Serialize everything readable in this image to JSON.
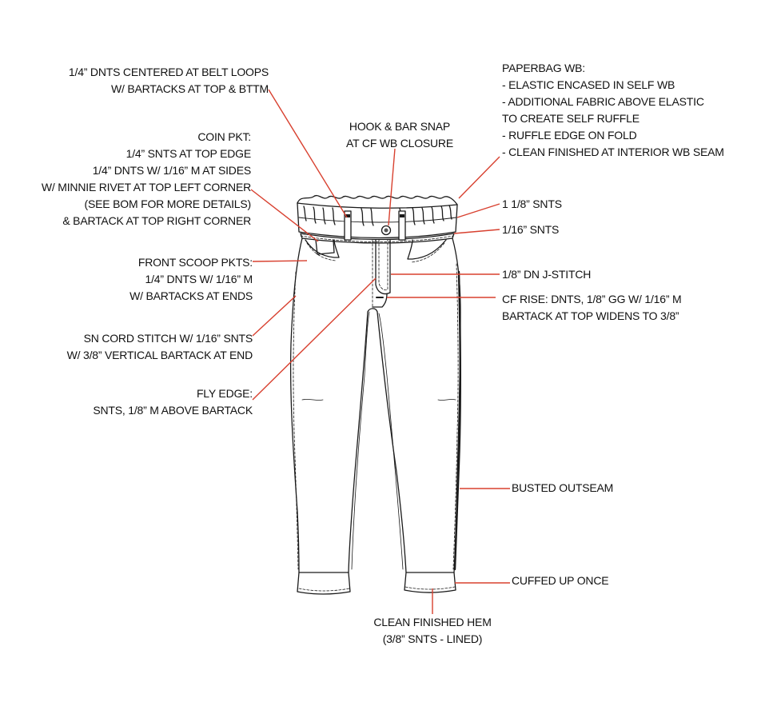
{
  "callouts": {
    "belt_loops": [
      "1/4” DNTS CENTERED AT BELT LOOPS",
      "W/ BARTACKS AT TOP & BTTM"
    ],
    "paperbag_wb": [
      "PAPERBAG WB:",
      "- ELASTIC ENCASED IN SELF WB",
      "- ADDITIONAL FABRIC ABOVE ELASTIC",
      "TO CREATE SELF RUFFLE",
      "- RUFFLE EDGE ON FOLD",
      "- CLEAN FINISHED AT INTERIOR WB SEAM"
    ],
    "hook_bar": [
      "HOOK & BAR SNAP",
      "AT CF WB CLOSURE"
    ],
    "coin_pkt": [
      "COIN PKT:",
      "1/4” SNTS AT TOP EDGE",
      "1/4” DNTS W/ 1/16” M AT SIDES",
      "W/ MINNIE RIVET AT TOP LEFT CORNER",
      "(SEE BOM FOR MORE DETAILS)",
      "& BARTACK AT TOP RIGHT CORNER"
    ],
    "wb_snts": [
      "1 1/8” SNTS"
    ],
    "wb_edge": [
      "1/16” SNTS"
    ],
    "front_pkts": [
      "FRONT SCOOP PKTS:",
      "1/4” DNTS W/ 1/16” M",
      "W/ BARTACKS AT ENDS"
    ],
    "j_stitch": [
      "1/8” DN J-STITCH"
    ],
    "cf_rise": [
      "CF RISE: DNTS, 1/8” GG W/ 1/16” M",
      "BARTACK AT TOP WIDENS TO 3/8”"
    ],
    "cord_stitch": [
      "SN CORD STITCH W/ 1/16” SNTS",
      "W/ 3/8” VERTICAL BARTACK AT END"
    ],
    "fly_edge": [
      "FLY EDGE:",
      "SNTS, 1/8” M ABOVE BARTACK"
    ],
    "outseam": [
      "BUSTED OUTSEAM"
    ],
    "cuff": [
      "CUFFED UP ONCE"
    ],
    "hem": [
      "CLEAN FINISHED HEM",
      "(3/8” SNTS - LINED)"
    ]
  },
  "colors": {
    "leader": "#d8402f",
    "ink": "#1a1a1a"
  }
}
